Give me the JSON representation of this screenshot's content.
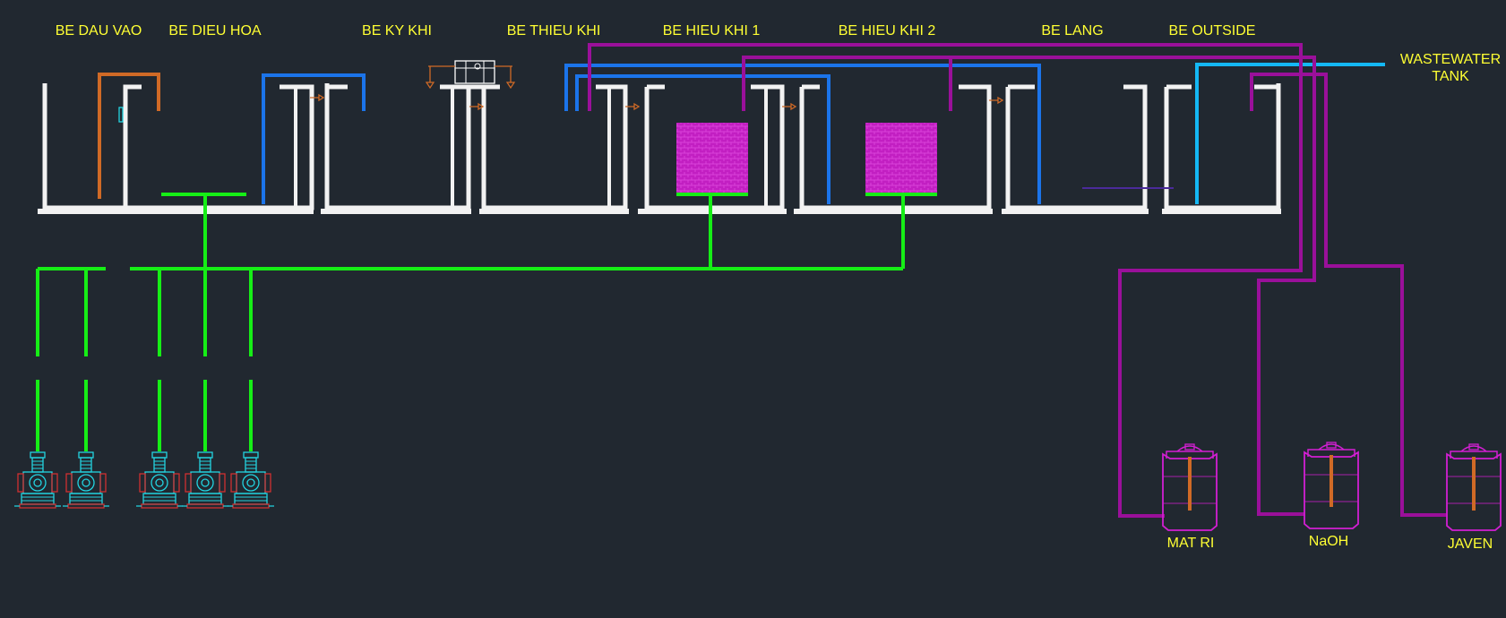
{
  "tank_labels": {
    "be_dau_vao": "BE DAU VAO",
    "be_dieu_hoa": "BE DIEU HOA",
    "be_ky_khi": "BE KY KHI",
    "be_thieu_khi": "BE THIEU KHI",
    "be_hieu_khi_1": "BE HIEU KHI 1",
    "be_hieu_khi_2": "BE HIEU KHI 2",
    "be_lang": "BE LANG",
    "be_outside": "BE OUTSIDE"
  },
  "wastewater_tank": {
    "line1": "WASTEWATER",
    "line2": "TANK"
  },
  "chemical_tanks": {
    "mat_ri": "MAT RI",
    "naoh": "NaOH",
    "javen": "JAVEN"
  },
  "colors": {
    "background": "#212830",
    "label": "#ffff33",
    "air_line": "#16ee16",
    "return_line": "#1b74ea",
    "outlet_line": "#14b8f5",
    "chemical_line": "#9a109a",
    "inlet_line": "#d06a26",
    "diffuser_media": "#c21fc2",
    "wall": "#f2f2f2"
  },
  "icons": {
    "blower": "air-blower-icon",
    "chemical_tank": "chemical-tank-icon",
    "diffuser": "aeration-media-icon",
    "valve": "valve-icon"
  }
}
